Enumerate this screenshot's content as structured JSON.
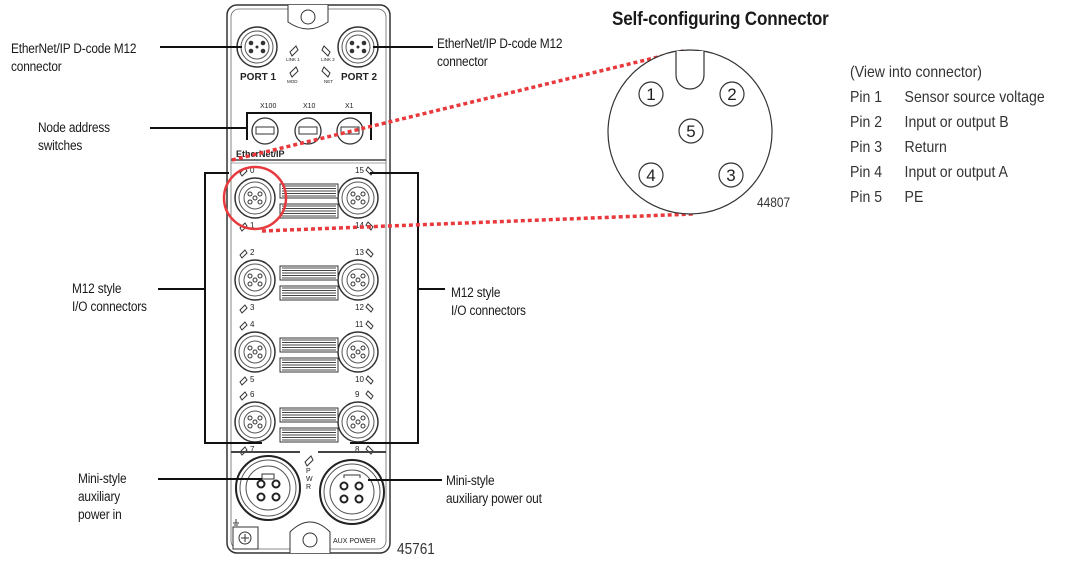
{
  "callouts": {
    "port1": {
      "line1": "EtherNet/IP D-code M12",
      "line2": "connector"
    },
    "port2": {
      "line1": "EtherNet/IP D-code M12",
      "line2": "connector"
    },
    "node_switches": {
      "line1": "Node address",
      "line2": "switches"
    },
    "io_left": {
      "line1": "M12 style",
      "line2": "I/O connectors"
    },
    "io_right": {
      "line1": "M12 style",
      "line2": "I/O connectors"
    },
    "aux_in": {
      "line1": "Mini-style",
      "line2": "auxiliary",
      "line3": "power in"
    },
    "aux_out": {
      "line1": "Mini-style",
      "line2": "auxiliary power out"
    }
  },
  "device": {
    "port1_label": "PORT 1",
    "port2_label": "PORT 2",
    "led_link1": "LINK 1",
    "led_link2": "LINK 2",
    "led_mod": "MOD",
    "led_net": "NET",
    "switch_labels": [
      "X100",
      "X10",
      "X1"
    ],
    "brand": "EtherNet/IP",
    "io_left_numbers": [
      "0",
      "1",
      "2",
      "3",
      "4",
      "5",
      "6",
      "7"
    ],
    "io_right_numbers": [
      "15",
      "14",
      "13",
      "12",
      "11",
      "10",
      "9",
      "8"
    ],
    "pwr_label": [
      "P",
      "W",
      "R"
    ],
    "aux_power_label": "AUX POWER",
    "figure_number": "45761"
  },
  "connector_detail": {
    "title": "Self-configuring Connector",
    "pins_drawn": [
      "1",
      "2",
      "5",
      "4",
      "3"
    ],
    "figure_number": "44807",
    "view_note": "(View into connector)",
    "pins": [
      {
        "pin": "Pin 1",
        "function": "Sensor source voltage"
      },
      {
        "pin": "Pin 2",
        "function": "Input or output B"
      },
      {
        "pin": "Pin 3",
        "function": "Return"
      },
      {
        "pin": "Pin 4",
        "function": "Input or output A"
      },
      {
        "pin": "Pin 5",
        "function": "PE"
      }
    ]
  },
  "colors": {
    "highlight": "#e8393d",
    "line": "#111111"
  }
}
